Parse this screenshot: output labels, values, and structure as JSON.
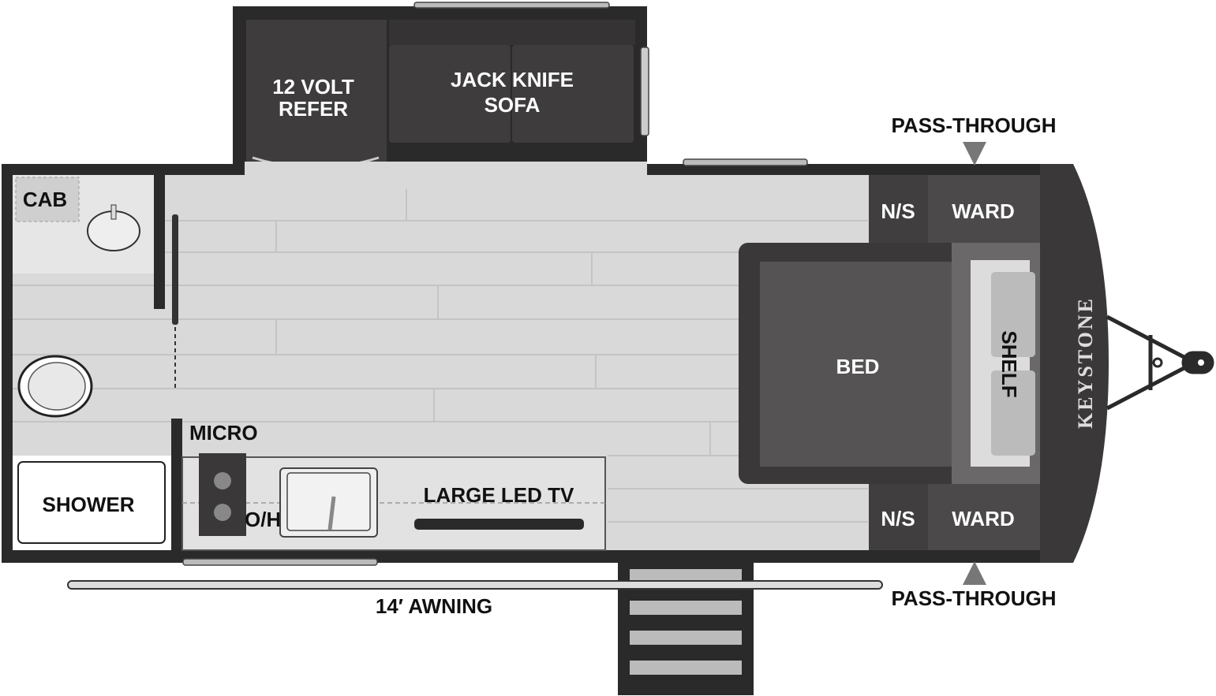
{
  "floorplan": {
    "brand": "KEYSTONE",
    "rooms": {
      "refer": [
        "12 VOLT",
        "REFER"
      ],
      "sofa": [
        "JACK KNIFE",
        "SOFA"
      ],
      "cab": "CAB",
      "shower": "SHOWER",
      "micro": "MICRO",
      "oh": "O/H",
      "tv": "LARGE LED TV",
      "bed": "BED",
      "shelf": "SHELF",
      "ns_top": "N/S",
      "ward_top": "WARD",
      "ns_bottom": "N/S",
      "ward_bottom": "WARD"
    },
    "pass_through_top": "PASS-THROUGH",
    "pass_through_bottom": "PASS-THROUGH",
    "awning": "14′ AWNING"
  },
  "colors": {
    "wall": "#2b2a2b",
    "floor": "#d9d9d9",
    "cabinet": "#403e3f",
    "wardrobe": "#4b494a"
  }
}
